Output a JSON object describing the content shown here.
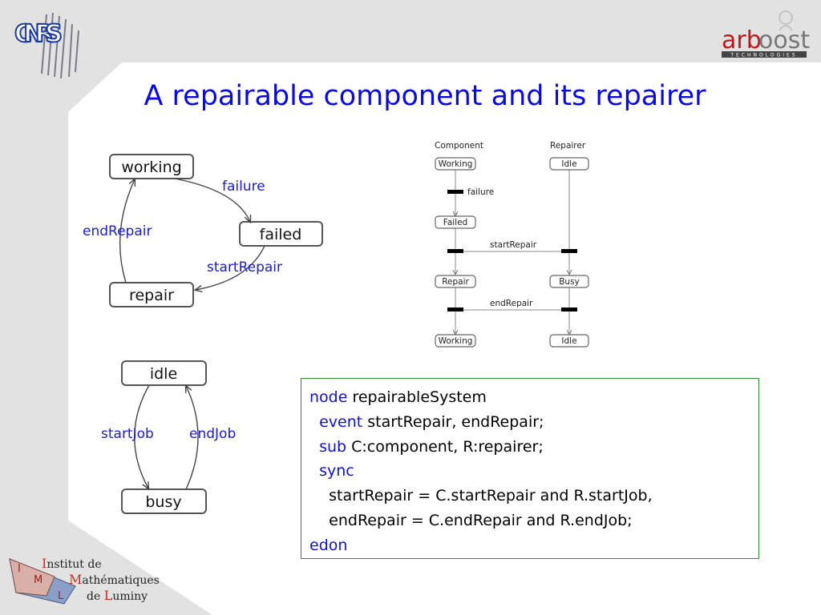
{
  "slide": {
    "title": "A repairable component and its repairer"
  },
  "logos": {
    "left_top": "CNRS",
    "right_top": {
      "brand_a": "arb",
      "brand_b": "oost",
      "tagline": "TECHNOLOGIES"
    },
    "bottom_left": {
      "line1_cap": "I",
      "line1_rest": "nstitut de",
      "line2_cap": "M",
      "line2_rest": "athématiques",
      "line3_pre": "de ",
      "line3_cap": "L",
      "line3_rest": "uminy",
      "emblem_letters": [
        "I",
        "M",
        "L"
      ]
    }
  },
  "component_diagram": {
    "states": [
      "working",
      "failed",
      "repair"
    ],
    "transitions": [
      "failure",
      "startRepair",
      "endRepair"
    ]
  },
  "repairer_diagram": {
    "states": [
      "idle",
      "busy"
    ],
    "transitions": [
      "startJob",
      "endJob"
    ]
  },
  "sequence_diagram": {
    "lanes": [
      "Component",
      "Repairer"
    ],
    "component_states": [
      "Working",
      "Failed",
      "Repair",
      "Working"
    ],
    "repairer_states": [
      "Idle",
      "Busy",
      "Idle"
    ],
    "events": [
      "failure",
      "startRepair",
      "endRepair"
    ]
  },
  "code": {
    "l1_kw": "node",
    "l1_rest": " repairableSystem",
    "l2_kw": "  event",
    "l2_rest": " startRepair, endRepair;",
    "l3_kw": "  sub",
    "l3_rest": " C:component, R:repairer;",
    "l4_kw": "  sync",
    "l5": "    startRepair = C.startRepair and R.startJob,",
    "l6": "    endRepair = C.endRepair and R.endJob;",
    "l7_kw": "edon"
  }
}
